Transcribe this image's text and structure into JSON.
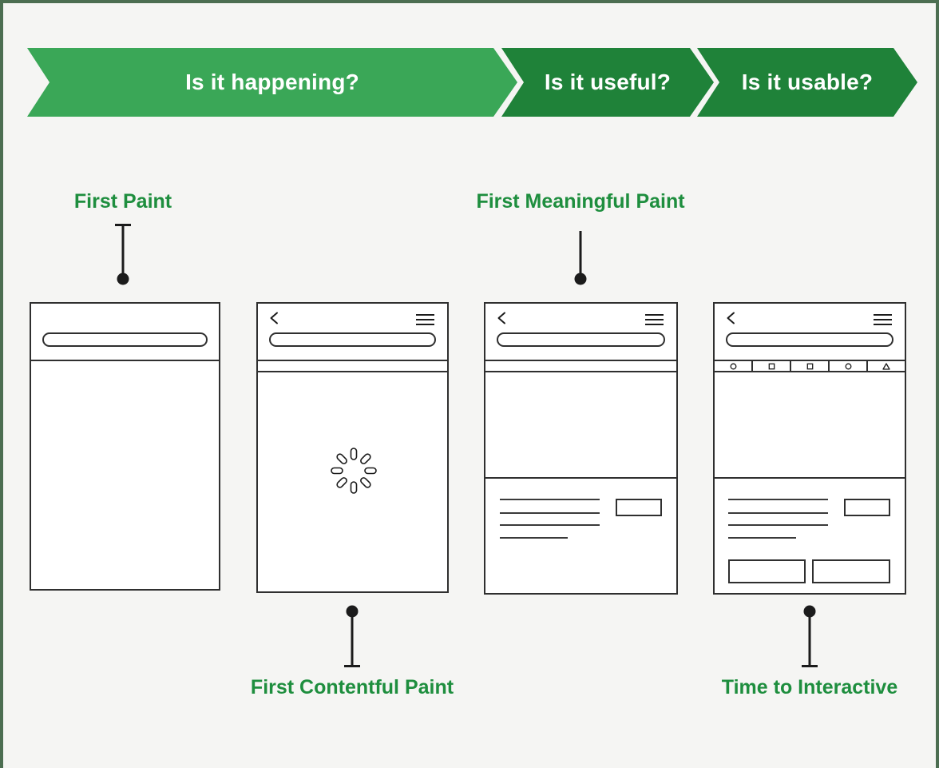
{
  "banner": {
    "stages": [
      {
        "id": "happening",
        "label": "Is it happening?",
        "color": "#3aa757"
      },
      {
        "id": "useful",
        "label": "Is it useful?",
        "color": "#1f8239"
      },
      {
        "id": "usable",
        "label": "Is it usable?",
        "color": "#1f8239"
      }
    ]
  },
  "metrics": {
    "first_paint": {
      "label": "First Paint"
    },
    "first_contentful_paint": {
      "label": "First Contentful Paint"
    },
    "first_meaningful_paint": {
      "label": "First Meaningful Paint"
    },
    "time_to_interactive": {
      "label": "Time to Interactive"
    }
  },
  "icons": {
    "back": "chevron-left-icon",
    "menu": "hamburger-menu-icon",
    "loading": "spinner-icon",
    "toolbar": [
      "circle",
      "square",
      "square",
      "circle",
      "triangle"
    ]
  },
  "colors": {
    "stage_green_light": "#3aa757",
    "stage_green_dark": "#1f8239",
    "metric_label_green": "#1e8e3e",
    "connector_black": "#1b1b1b",
    "wireframe_stroke": "#2f2f2f",
    "background": "#f5f5f3",
    "frame_border": "#4c6e51"
  }
}
